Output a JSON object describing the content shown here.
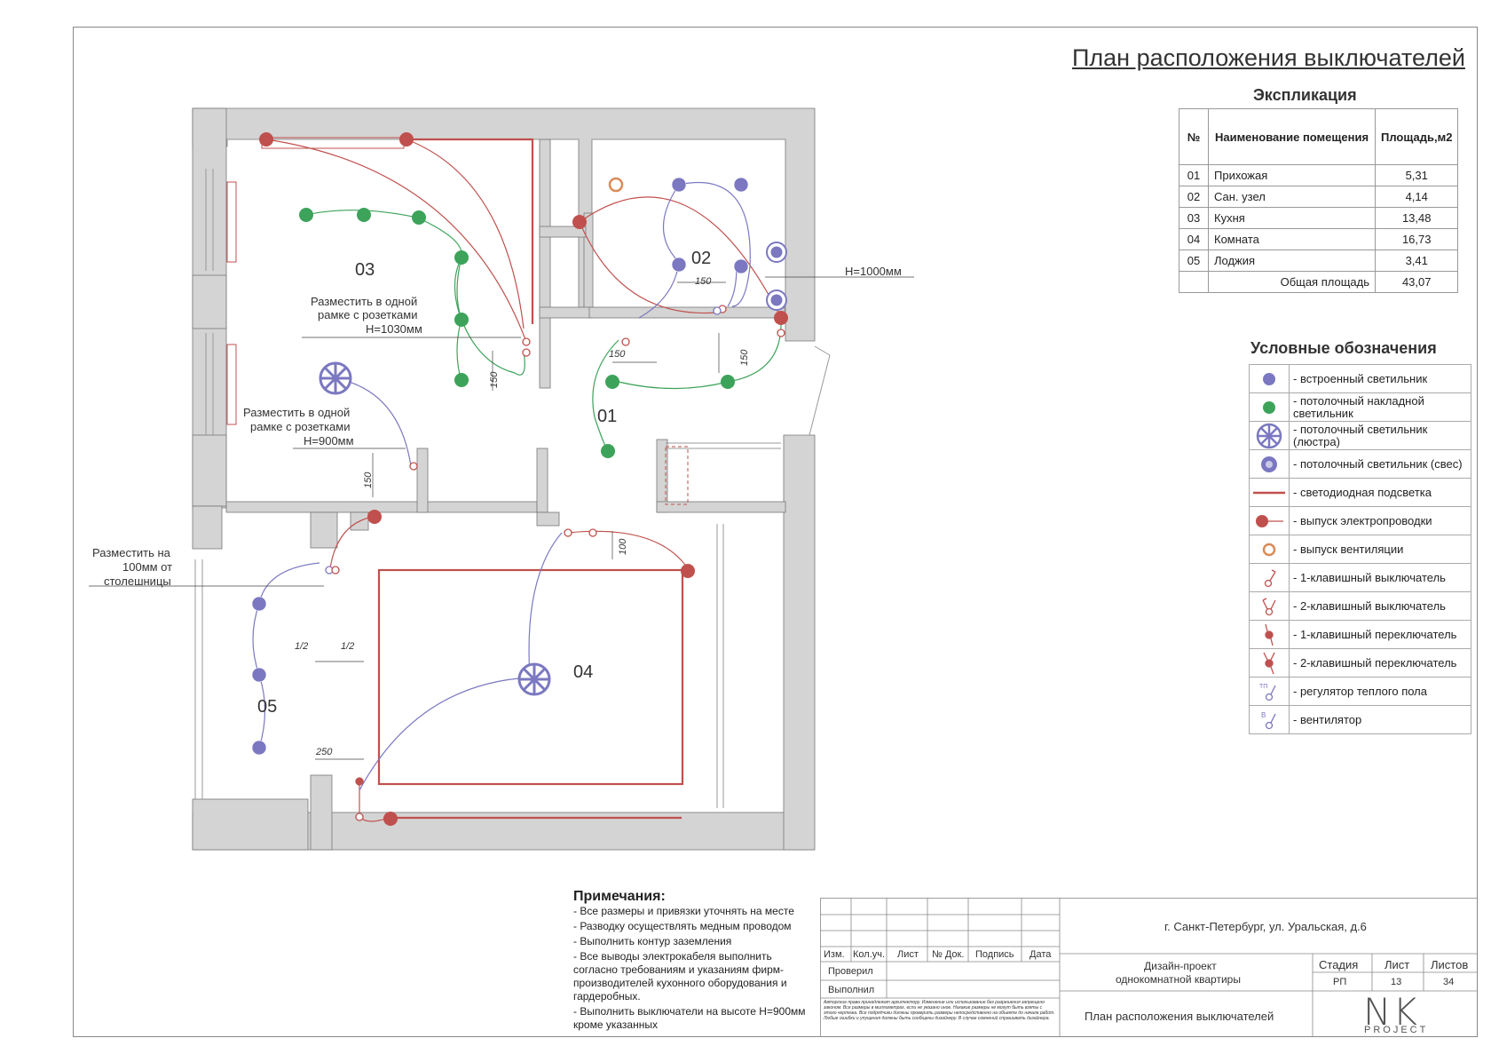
{
  "title": "План расположения выключателей",
  "explication": {
    "heading": "Экспликация",
    "headers": [
      "№",
      "Наименование помещения",
      "Площадь,м2"
    ],
    "rows": [
      {
        "num": "01",
        "name": "Прихожая",
        "area": "5,31"
      },
      {
        "num": "02",
        "name": "Сан. узел",
        "area": "4,14"
      },
      {
        "num": "03",
        "name": "Кухня",
        "area": "13,48"
      },
      {
        "num": "04",
        "name": "Комната",
        "area": "16,73"
      },
      {
        "num": "05",
        "name": "Лоджия",
        "area": "3,41"
      }
    ],
    "total_label": "Общая площадь",
    "total_value": "43,07"
  },
  "legend": {
    "heading": "Условные обозначения",
    "items": [
      {
        "icon": "builtin-light-icon",
        "label": "- встроенный светильник"
      },
      {
        "icon": "ceiling-surface-light-icon",
        "label": "- потолочный накладной светильник"
      },
      {
        "icon": "chandelier-icon",
        "label": "- потолочный светильник (люстра)"
      },
      {
        "icon": "pendant-light-icon",
        "label": "- потолочный светильник (свес)"
      },
      {
        "icon": "led-strip-icon",
        "label": "- светодиодная подсветка"
      },
      {
        "icon": "wiring-outlet-icon",
        "label": "- выпуск электропроводки"
      },
      {
        "icon": "ventilation-outlet-icon",
        "label": "- выпуск вентиляции"
      },
      {
        "icon": "switch-1-key-icon",
        "label": "- 1-клавишный выключатель"
      },
      {
        "icon": "switch-2-key-icon",
        "label": "- 2-клавишный выключатель"
      },
      {
        "icon": "toggle-1-key-icon",
        "label": "- 1-клавишный переключатель"
      },
      {
        "icon": "toggle-2-key-icon",
        "label": "- 2-клавишный переключатель"
      },
      {
        "icon": "floor-heating-regulator-icon",
        "label": "- регулятор теплого пола"
      },
      {
        "icon": "fan-icon",
        "label": "- вентилятор"
      }
    ]
  },
  "plan": {
    "rooms": [
      "03",
      "02",
      "01",
      "04",
      "05"
    ],
    "notes": {
      "kitchen_frame": [
        "Разместить в одной",
        "рамке с розетками",
        "H=1030мм"
      ],
      "kitchen_frame2": [
        "Разместить в одной",
        "рамке с розетками",
        "H=900мм"
      ],
      "countertop": [
        "Разместить на",
        "100мм от",
        "столешницы"
      ],
      "bath_height": "H=1000мм"
    },
    "dims": [
      "150",
      "150",
      "150",
      "150",
      "150",
      "100",
      "250",
      "1/2",
      "1/2"
    ]
  },
  "notes": {
    "heading": "Примечания:",
    "items": [
      "- Все размеры и привязки уточнять на месте",
      "- Разводку осуществлять медным проводом",
      "- Выполнить контур заземления",
      "- Все выводы электрокабеля выполнить согласно требованиям и указаниям фирм-производителей кухонного оборудования и гардеробных.",
      "- Выполнить выключатели на высоте H=900мм кроме указанных"
    ]
  },
  "stamp": {
    "address": "г. Санкт-Петербург, ул. Уральская, д.6",
    "cols": [
      "Изм.",
      "Кол.уч.",
      "Лист",
      "№ Док.",
      "Подпись",
      "Дата"
    ],
    "checked": "Проверил",
    "made": "Выполнил",
    "project": [
      "Дизайн-проект",
      "однокомнатной квартиры"
    ],
    "stage_label": "Стадия",
    "sheet_label": "Лист",
    "sheets_label": "Листов",
    "stage": "РП",
    "sheet": "13",
    "sheets": "34",
    "drawing_title": "План расположения выключателей",
    "copyright": "Авторские права принадлежат архитектору. Изменение или использование без разрешения запрещено законом. Все размеры в миллиметрах, если не указано иное. Никакие размеры не могут быть взяты с этого чертежа. Все подрядчики должны проверить размеры непосредственно на объекте до начала работ. Любые ошибки и упущения должны быть сообщены дизайнеру. В случае сомнений спрашивать дизайнера.",
    "logo_text": "NK",
    "logo_sub": "PROJECT"
  },
  "colors": {
    "wall": "#d4d4d4",
    "red": "#c0504d",
    "blue": "#7b78c1",
    "green": "#3da35a"
  }
}
